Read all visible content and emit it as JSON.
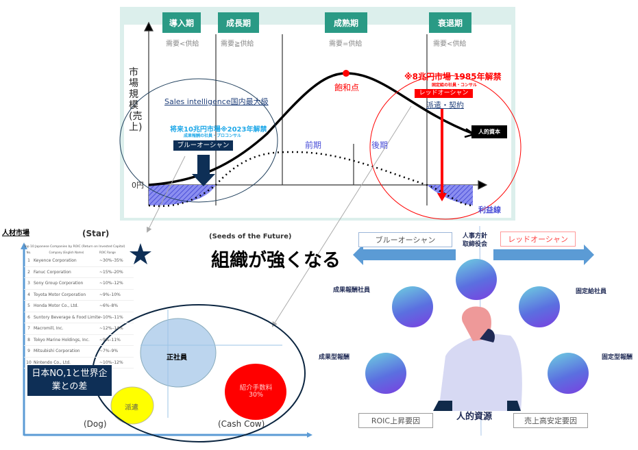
{
  "top": {
    "phases": [
      "導入期",
      "成長期",
      "成熟期",
      "衰退期"
    ],
    "demand": [
      "需要<供給",
      "需要≧供給",
      "需要=供給",
      "需要<供給"
    ],
    "y_axis": "市場規模(売上)",
    "zero": "0円",
    "sales_intel": "Sales intelligence国内最大級",
    "future_market": "将来10兆円市場※2023年解禁",
    "future_sub": "成果報酬の社員・プロコンサル",
    "blue_ocean": "ブルーオーシャン",
    "early": "前期",
    "late": "後期",
    "saturation": "飽和点",
    "market8": "※8兆円市場 1985年解禁",
    "market8_sub": "固定給の社員・コンサル",
    "red_ocean": "レッドオーシャン",
    "dispatch": "派遣・契約",
    "human_capital": "人的資本",
    "profit_line": "利益線"
  },
  "left": {
    "talent_market": "人材市場",
    "star": "(Star)",
    "dog": "(Dog)",
    "cash_cow": "(Cash Cow)",
    "table": {
      "title": "Top 10 Japanese Companies by ROIC (Return on Invested Capital)",
      "headers": [
        "No.",
        "Company (English Name)",
        "ROIC Range"
      ],
      "rows": [
        [
          "1",
          "Keyence Corporation",
          "~30%–35%"
        ],
        [
          "2",
          "Fanuc Corporation",
          "~15%–20%"
        ],
        [
          "3",
          "Sony Group Corporation",
          "~10%–12%"
        ],
        [
          "4",
          "Toyota Motor Corporation",
          "~9%–10%"
        ],
        [
          "5",
          "Honda Motor Co., Ltd.",
          "~6%–8%"
        ],
        [
          "6",
          "Suntory Beverage & Food Limite",
          "~10%–11%"
        ],
        [
          "7",
          "Macromill, Inc.",
          "~12%–14%"
        ],
        [
          "8",
          "Tokyo Marine Holdings, Inc.",
          "~9%–11%"
        ],
        [
          "9",
          "Mitsubishi Corporation",
          "~7%–9%"
        ],
        [
          "10",
          "Nintendo Co., Ltd.",
          "~10%–12%"
        ]
      ]
    },
    "gap_box": "日本NO,1と世界企業との差",
    "regular": "正社員",
    "haken": "派遣",
    "fee": "紹介手数料",
    "fee_pct": "30%"
  },
  "right": {
    "seeds": "(Seeds of the Future)",
    "headline": "組織が強くなる",
    "blue_ocean": "ブルーオーシャン",
    "red_ocean": "レッドオーシャン",
    "board1": "人事方針",
    "board2": "取締役会",
    "perf_staff": "成果報酬社員",
    "fixed_staff": "固定給社員",
    "perf_pay": "成果型報酬",
    "fixed_pay": "固定型報酬",
    "human_resources": "人的資源",
    "roic_factor": "ROIC上昇要因",
    "sales_factor": "売上高安定要因"
  },
  "colors": {
    "teal": "#2a9a85",
    "navy": "#0e2f56",
    "red": "#ff0000",
    "blue_arrow": "#5b9bd5"
  }
}
